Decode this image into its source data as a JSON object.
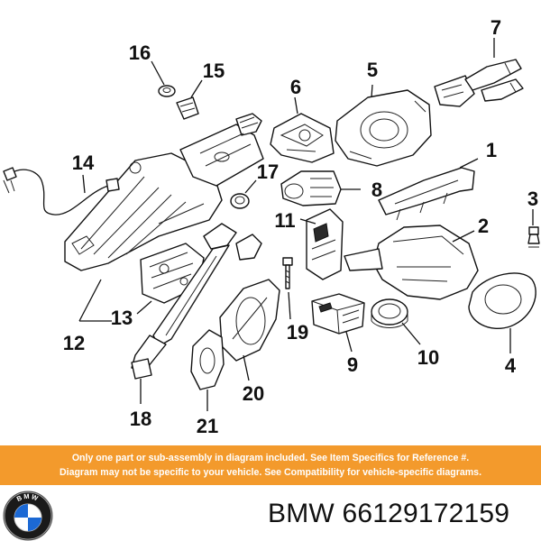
{
  "diagram": {
    "callouts": [
      "1",
      "2",
      "3",
      "4",
      "5",
      "6",
      "7",
      "8",
      "9",
      "10",
      "11",
      "12",
      "13",
      "14",
      "15",
      "16",
      "17",
      "18",
      "19",
      "20",
      "21"
    ]
  },
  "banner": {
    "line1": "Only one part or sub-assembly in diagram included. See Item Specifics for Reference #.",
    "line2": "Diagram may not be specific to your vehicle. See Compatibility for vehicle-specific diagrams.",
    "background_color": "#f39a2c",
    "text_color": "#ffffff"
  },
  "logo": {
    "brand_letters": "BMW",
    "colors": {
      "blue": "#1c69d4",
      "white": "#ffffff",
      "ring": "#111111"
    }
  },
  "part_number": "BMW 66129172159"
}
